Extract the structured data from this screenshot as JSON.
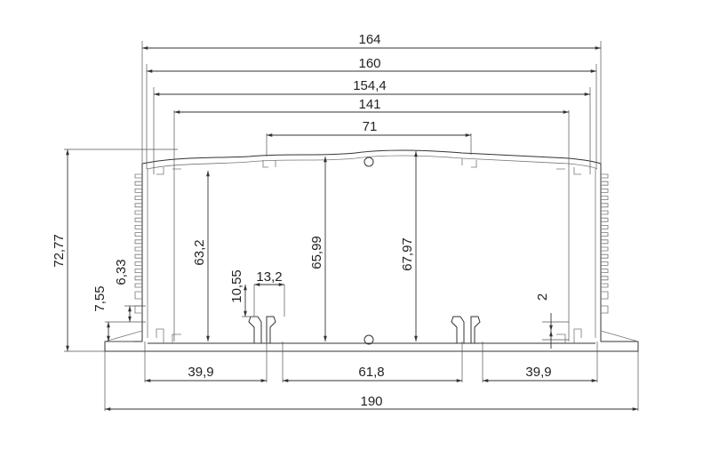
{
  "drawing": {
    "type": "technical-drawing",
    "subject": "aluminium enclosure profile cross-section",
    "line_color": "#333333",
    "background": "#ffffff"
  },
  "dimensions": {
    "top": [
      {
        "id": "overall_outer_width",
        "label": "164"
      },
      {
        "id": "outer_width",
        "label": "160"
      },
      {
        "id": "inner_width",
        "label": "154,4"
      },
      {
        "id": "rail_span",
        "label": "141"
      },
      {
        "id": "center_span",
        "label": "71"
      }
    ],
    "vertical": [
      {
        "id": "overall_height",
        "label": "72,77"
      },
      {
        "id": "inner_height_left",
        "label": "63,2"
      },
      {
        "id": "inner_height_center",
        "label": "65,99"
      },
      {
        "id": "inner_height_right",
        "label": "67,97"
      },
      {
        "id": "flange_height",
        "label": "7,55"
      },
      {
        "id": "slot_height",
        "label": "6,33"
      },
      {
        "id": "rail_height",
        "label": "10,55"
      },
      {
        "id": "foot_height",
        "label": "2"
      }
    ],
    "rail_width": {
      "id": "rail_width",
      "label": "13,2"
    },
    "bottom": [
      {
        "id": "left_bay",
        "label": "39,9"
      },
      {
        "id": "center_bay",
        "label": "61,8"
      },
      {
        "id": "right_bay",
        "label": "39,9"
      }
    ],
    "base_width": {
      "id": "base_width",
      "label": "190"
    }
  }
}
